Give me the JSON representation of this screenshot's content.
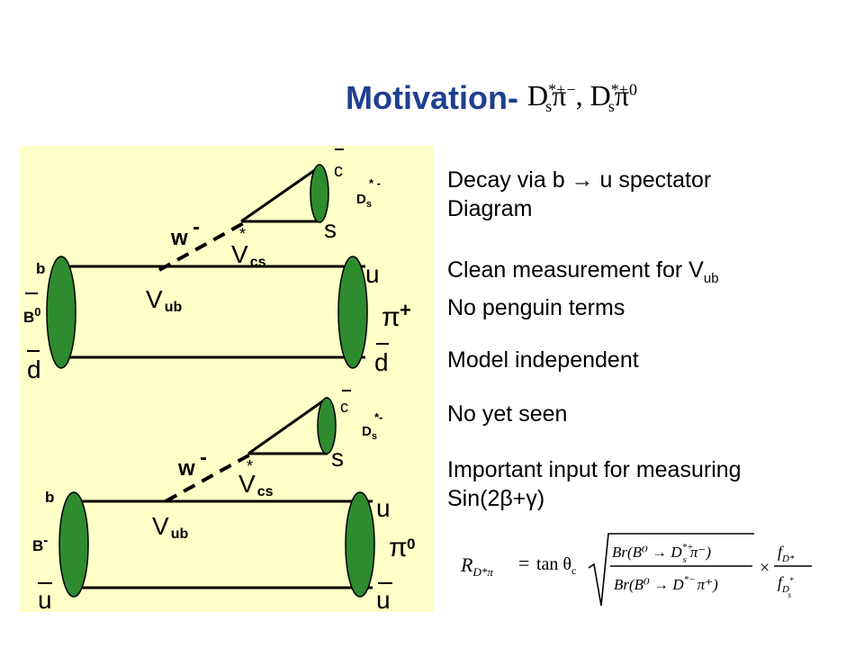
{
  "slide": {
    "title": "Motivation-",
    "title_formula": {
      "d1": "D",
      "d1_sup": "*+",
      "d1_sub": "s",
      "pi1": "π",
      "pi1_sup": "−",
      "comma": ", ",
      "d2": "D",
      "d2_sup": "*+",
      "d2_sub": "s",
      "pi2": "π",
      "pi2_sup": "0"
    }
  },
  "diagram_top": {
    "c": "c",
    "ds": "D",
    "ds_sub": "s",
    "ds_sup": "* -",
    "s": "s",
    "w": "w",
    "w_sup": "-",
    "vcs": "V",
    "vcs_sub": "cs",
    "vcs_star": "*",
    "b": "b",
    "u": "u",
    "vub": "V",
    "vub_sub": "ub",
    "meson": "B",
    "meson_sup": "0",
    "pi": "π",
    "pi_sup": "+",
    "d_left": "d",
    "d_right": "d"
  },
  "diagram_bottom": {
    "c": "c",
    "ds": "D",
    "ds_sub": "s",
    "ds_sup": "*-",
    "s": "s",
    "w": "w",
    "w_sup": "-",
    "vcs": "V",
    "vcs_sub": "cs",
    "vcs_star": "*",
    "b": "b",
    "u": "u",
    "vub": "V",
    "vub_sub": "ub",
    "meson": "B",
    "meson_sup": "-",
    "pi": "π",
    "pi_sup": "0",
    "u_left": "u",
    "u_right": "u"
  },
  "bullets": [
    {
      "line1": "Decay via b → u spectator",
      "line2": "Diagram"
    },
    {
      "line1": "Clean measurement for V",
      "line1_sub": "ub",
      "line2": "No penguin terms"
    },
    {
      "line1": "Model independent"
    },
    {
      "line1": "No yet seen"
    },
    {
      "line1": "Important input for measuring",
      "line2": "Sin(2β+γ)"
    }
  ],
  "equation": {
    "lhs": "R",
    "lhs_sub": "D*π",
    "eq": "=",
    "tan": "tan θ",
    "tan_sub": "c",
    "num": "Br(B⁰ → D",
    "num_sup": "*+",
    "num_sub": "s",
    "num_end": "π⁻)",
    "den": "Br(B⁰ → D",
    "den_sup": "*−",
    "den_end": "π⁺)",
    "times": "×",
    "f_num": "f",
    "f_num_sub": "D*",
    "f_den": "f",
    "f_den_sub": "D",
    "f_den_sub2": "s",
    "f_den_sup": "*"
  },
  "colors": {
    "title": "#1f3f8f",
    "panel": "#ffffc8",
    "meson": "#2e8b2e",
    "line": "#000000"
  }
}
